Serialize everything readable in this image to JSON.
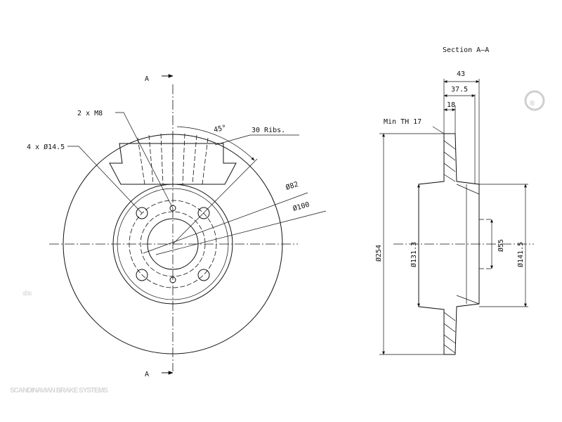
{
  "watermark": {
    "logo_text": "sbs",
    "registered_mark": "®",
    "brand_name": "SCANDINAVIAN BRAKE SYSTEMS"
  },
  "front_view": {
    "section_marker_top": "A",
    "section_marker_bottom": "A",
    "label_bolt_holes": "4 x Ø14.5",
    "label_threads": "2 x M8",
    "label_ribs": "30 Ribs.",
    "label_angle": "45°",
    "label_d82": "Ø82",
    "label_d100": "Ø100"
  },
  "section_view": {
    "title": "Section A–A",
    "dim_43": "43",
    "dim_37_5": "37.5",
    "dim_18": "18",
    "min_thickness": "Min TH 17",
    "dim_d254": "Ø254",
    "dim_d131_3": "Ø131.3",
    "dim_d55": "Ø55",
    "dim_d141_5": "Ø141.5"
  }
}
